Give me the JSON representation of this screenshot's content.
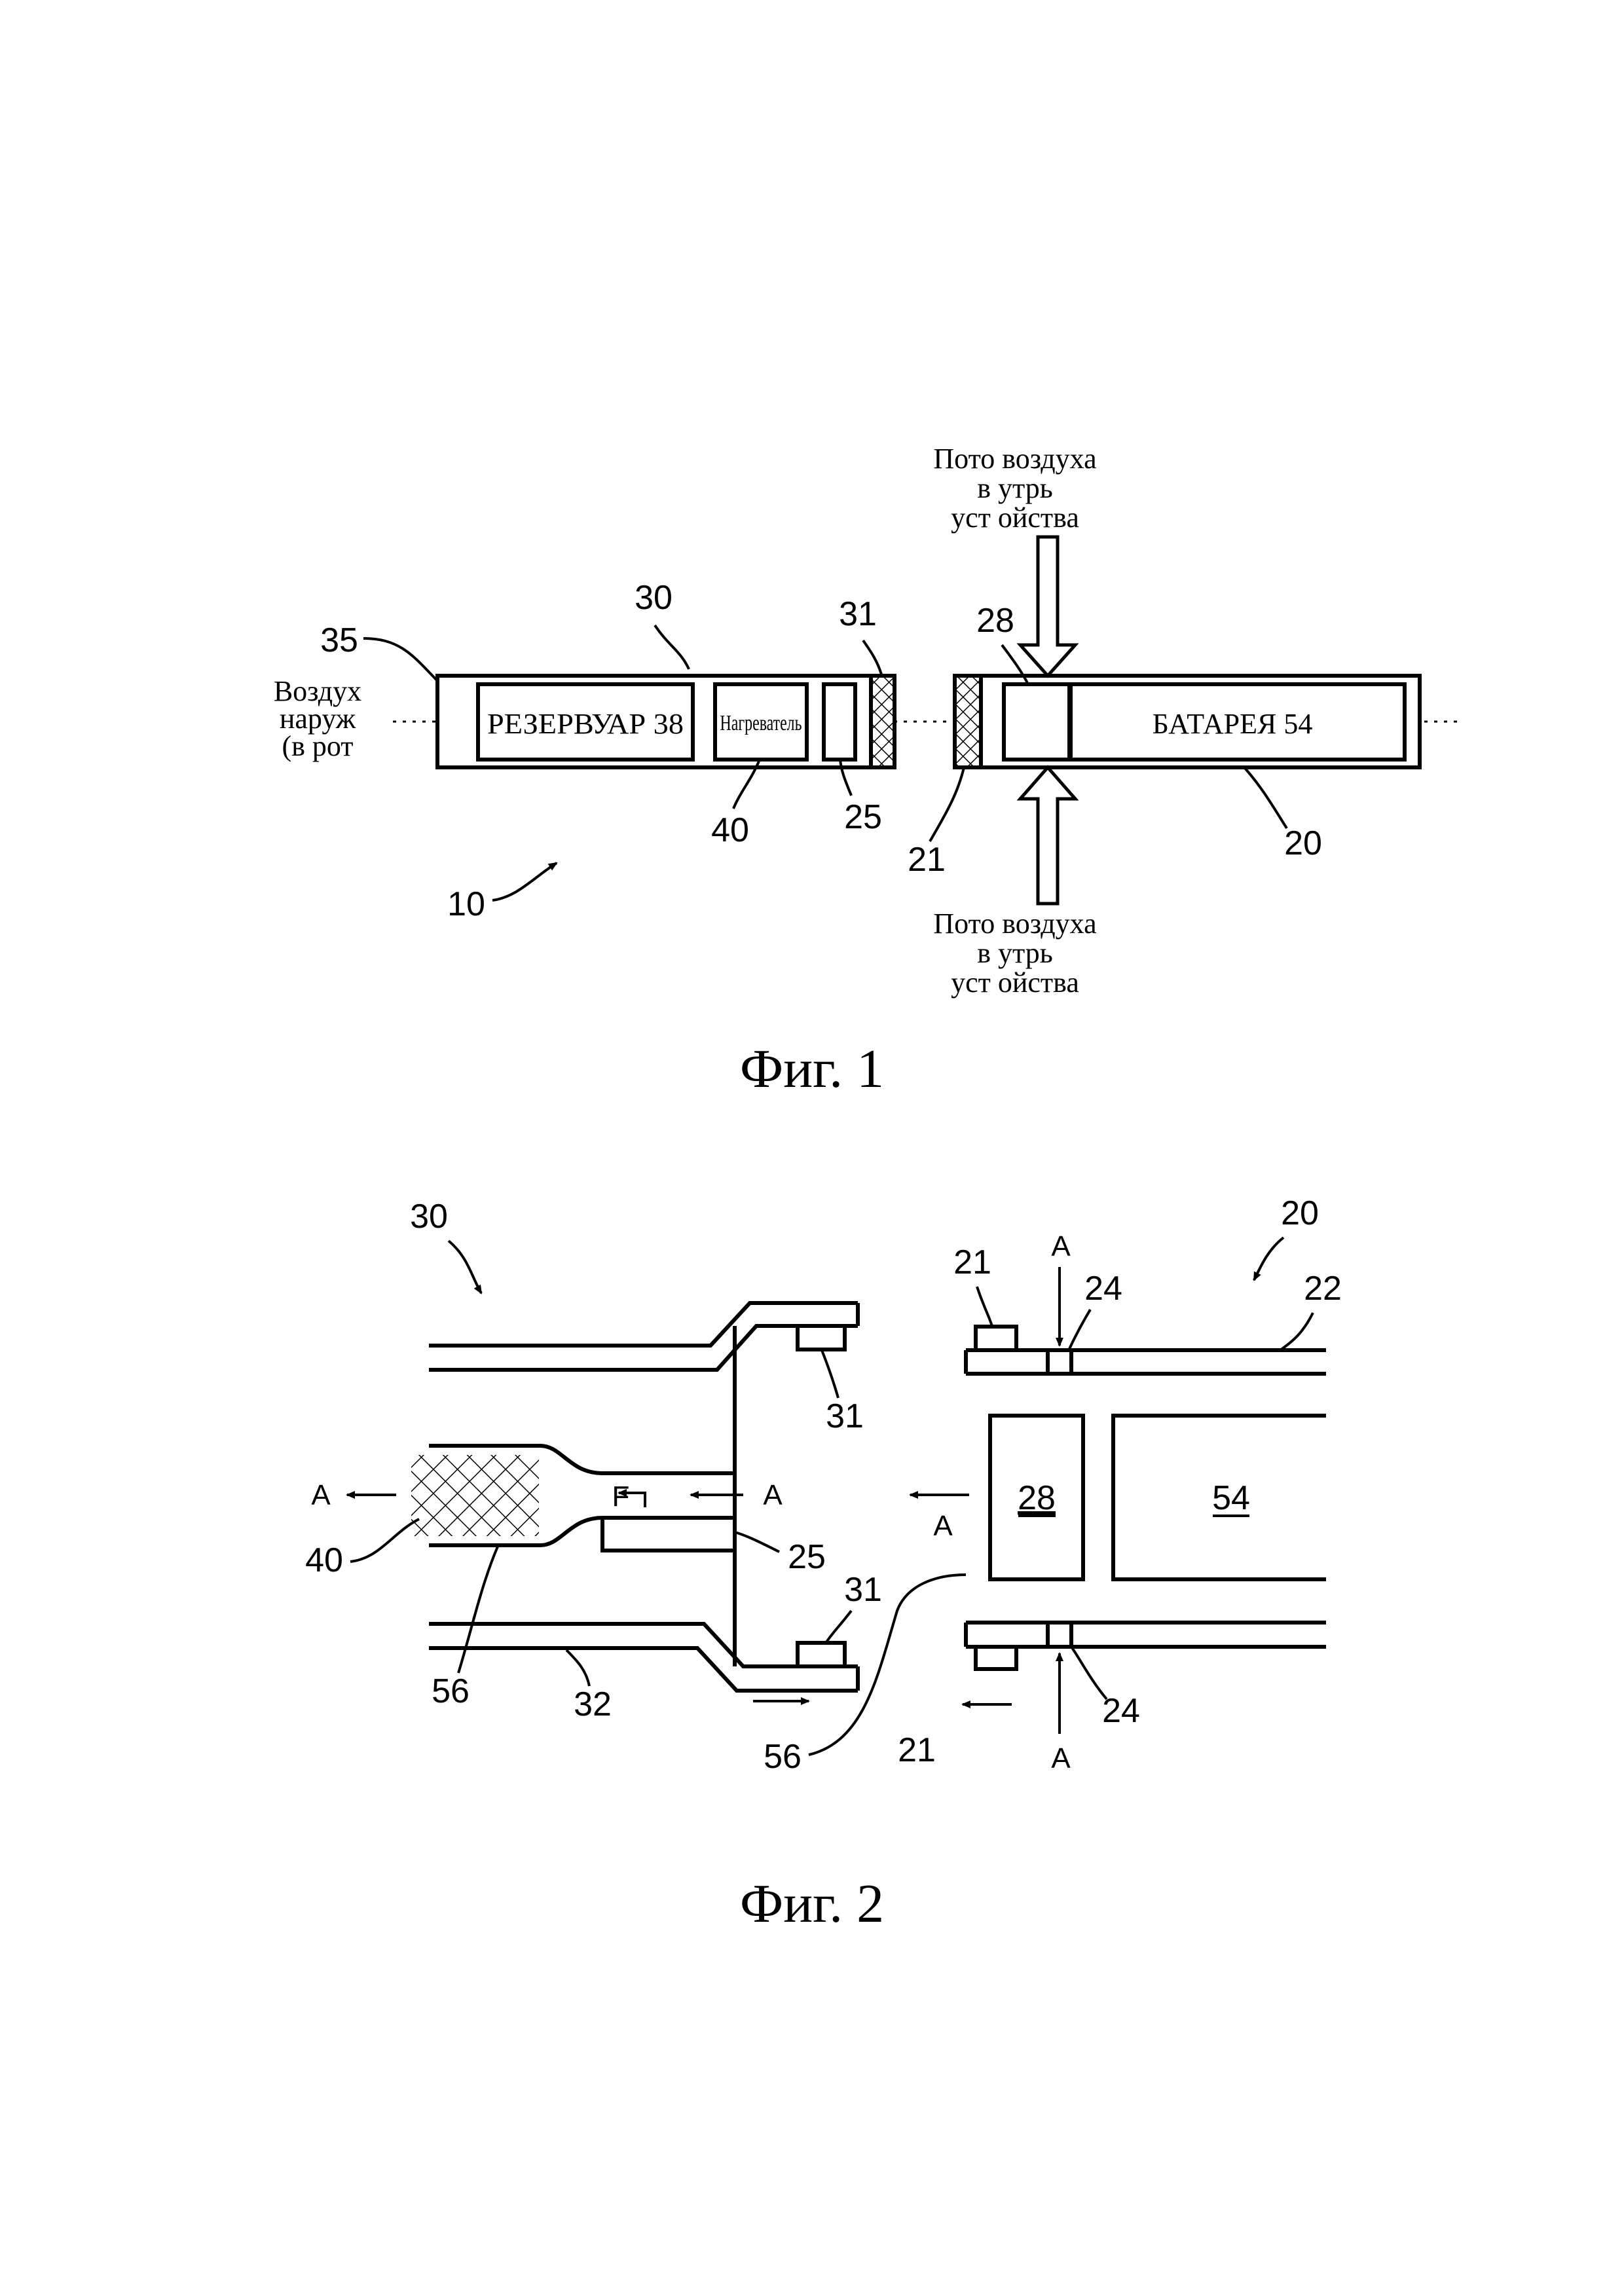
{
  "fig1": {
    "caption": "Фиг. 1",
    "refs": {
      "r10": "10",
      "r20": "20",
      "r21": "21",
      "r25": "25",
      "r28": "28",
      "r30": "30",
      "r31": "31",
      "r35": "35",
      "r40": "40"
    },
    "reservoir_label": "РЕЗЕРВУАР 38",
    "heater_label": "Нагреватель",
    "battery_label": "БАТАРЕЯ 54",
    "air_out_lines": [
      "Воздух",
      "наруж",
      "(в рот"
    ],
    "air_in_top_lines": [
      "Пото   воздуха",
      "в  утрь",
      "уст  ойства"
    ],
    "air_in_bottom_lines": [
      "Пото   воздуха",
      "в  утрь",
      "уст  ойства"
    ]
  },
  "fig2": {
    "caption": "Фиг. 2",
    "refs": {
      "r20": "20",
      "r21_top": "21",
      "r21_bot": "21",
      "r22": "22",
      "r24_top": "24",
      "r24_bot": "24",
      "r25": "25",
      "r28": "28",
      "r30": "30",
      "r31_top": "31",
      "r31_bot": "31",
      "r32": "32",
      "r40": "40",
      "r54": "54",
      "r56_left": "56",
      "r56_bottom": "56"
    },
    "flow_A": "A",
    "flow_F": "F"
  },
  "icons": [
    "curved-leader-arrow",
    "hollow-flow-arrow",
    "flow-arrow",
    "crosshatch-filter"
  ]
}
